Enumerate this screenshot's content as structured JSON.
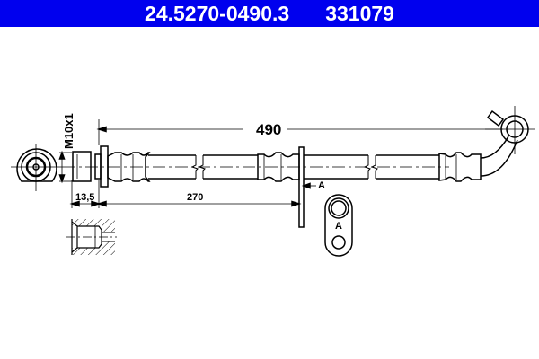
{
  "header": {
    "part_number": "24.5270-0490.3",
    "ref_number": "331079",
    "background": "#0000ee",
    "text_color": "#ffffff"
  },
  "dimensions": {
    "total_length": "490",
    "bracket_position": "270",
    "fitting_length": "13,5",
    "thread": "M10x1"
  },
  "labels": {
    "section_marker": "A",
    "section_view_label": "A"
  },
  "icons": {
    "end_view_left": "fitting-end-view-icon",
    "banjo": "banjo-fitting-icon",
    "bracket_detail": "bracket-section-icon",
    "port_section": "threaded-port-section-icon"
  }
}
